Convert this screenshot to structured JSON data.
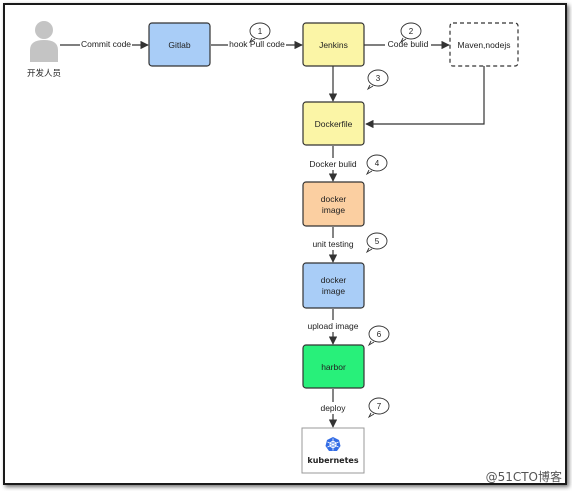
{
  "actor": {
    "label": "开发人员"
  },
  "nodes": {
    "gitlab": {
      "label": "Gitlab",
      "fill": "#a9cdf7"
    },
    "jenkins": {
      "label": "Jenkins",
      "fill": "#fbf5a6"
    },
    "maven": {
      "label": "Maven,nodejs",
      "fill": "#ffffff"
    },
    "dockerfile": {
      "label": "Dockerfile",
      "fill": "#fbf5a6"
    },
    "docker_image_1": {
      "line1": "docker",
      "line2": "image",
      "fill": "#fbcfa1"
    },
    "docker_image_2": {
      "line1": "docker",
      "line2": "image",
      "fill": "#a9cdf7"
    },
    "harbor": {
      "label": "harbor",
      "fill": "#28f07a"
    },
    "kubernetes": {
      "label": "kubernetes",
      "logo_color": "#326ce5"
    }
  },
  "edges": {
    "commit": "Commit code",
    "hook": "hook Pull code",
    "code_build": "Code bulid",
    "docker_build": "Docker bulid",
    "unit_testing": "unit testing",
    "upload_image": "upload image",
    "deploy": "deploy"
  },
  "steps": [
    "1",
    "2",
    "3",
    "4",
    "5",
    "6",
    "7"
  ],
  "watermark": "@51CTO博客"
}
